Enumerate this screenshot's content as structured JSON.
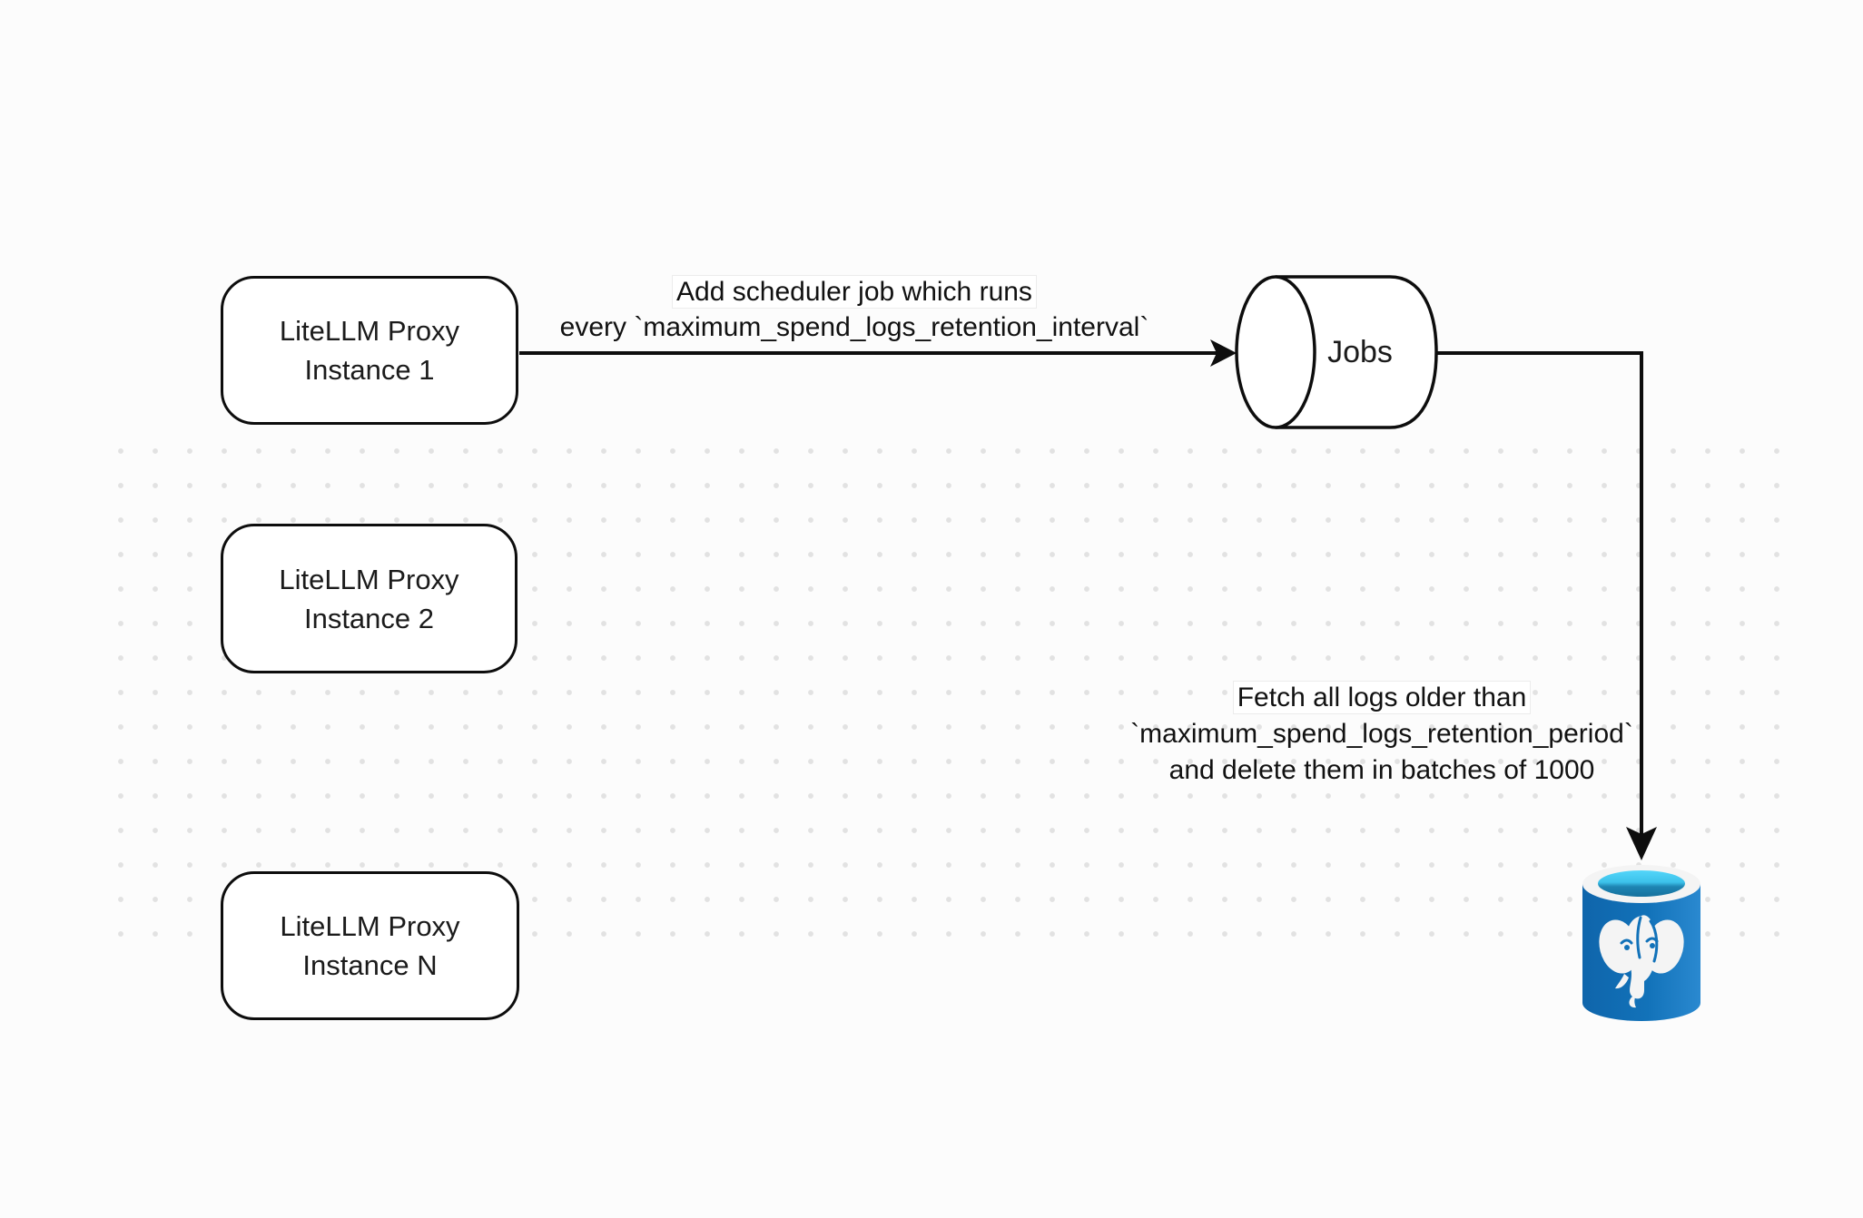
{
  "canvas": {
    "background": "#fcfcfc",
    "dot_color": "#e2e2e2"
  },
  "nodes": [
    {
      "id": "proxy-1",
      "type": "rounded-rect",
      "label": "LiteLLM Proxy\nInstance 1"
    },
    {
      "id": "proxy-2",
      "type": "rounded-rect",
      "label": "LiteLLM Proxy\nInstance 2"
    },
    {
      "id": "proxy-n",
      "type": "rounded-rect",
      "label": "LiteLLM Proxy\nInstance N"
    },
    {
      "id": "jobs",
      "type": "cylinder",
      "label": "Jobs"
    },
    {
      "id": "postgres",
      "type": "icon",
      "icon": "postgresql-database-icon"
    }
  ],
  "edges": [
    {
      "from": "proxy-1",
      "to": "jobs",
      "label_line1": "Add scheduler job which runs",
      "label_line2": "every `maximum_spend_logs_retention_interval`"
    },
    {
      "from": "jobs",
      "to": "postgres",
      "label_line1": "Fetch all logs older than",
      "label_line2": "`maximum_spend_logs_retention_period`",
      "label_line3": "and delete them in batches of 1000"
    }
  ],
  "colors": {
    "stroke": "#0d0d0d",
    "postgres_blue": "#1272b9",
    "postgres_blue_dark": "#0f65ab",
    "postgres_blue_light": "#2a89d0",
    "postgres_cyan": "#4fd2f8",
    "postgres_cyan_dark": "#16719e",
    "postgres_white": "#f4f4f4"
  }
}
